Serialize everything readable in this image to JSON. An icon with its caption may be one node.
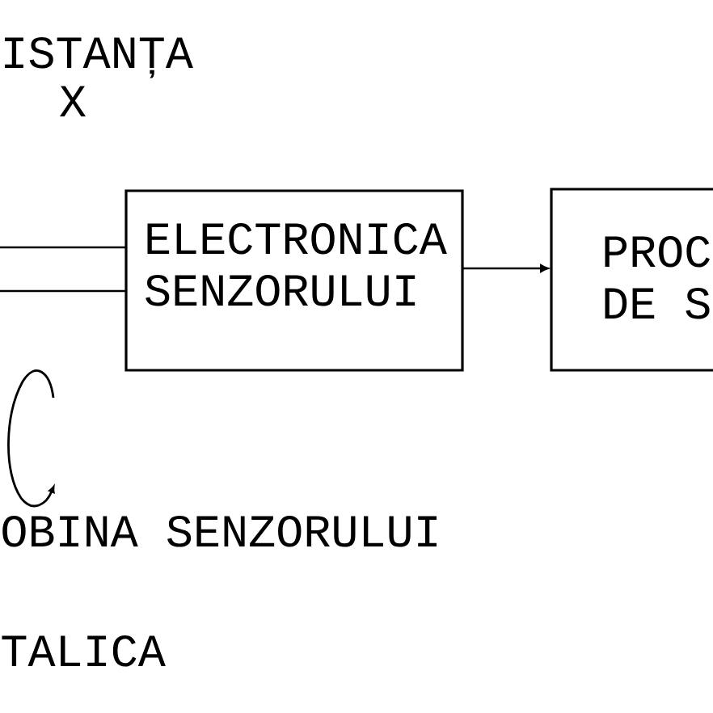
{
  "diagram": {
    "nodes": [
      {
        "text": [
          "ELECTRONICA SENZORULUI"
        ]
      },
      {
        "text": [
          "PROC DE S"
        ]
      }
    ],
    "edges": [
      {
        "from": null,
        "to": 0,
        "arrow": "none"
      },
      {
        "from": null,
        "to": 0,
        "arrow": "none"
      },
      {
        "from": 0,
        "to": 1,
        "arrow": "to"
      }
    ],
    "labels": [
      "ISTANȚA",
      "X",
      "OBINA SENZORULUI",
      "TALICA"
    ]
  }
}
